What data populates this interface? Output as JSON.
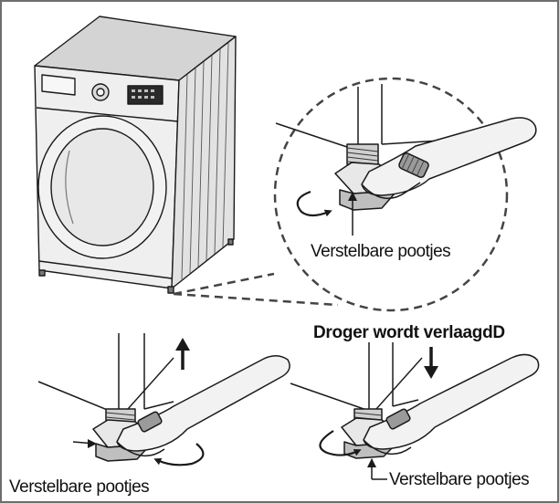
{
  "labels": {
    "top_callout": "Verstelbare pootjes",
    "bottom_left": "Verstelbare pootjes",
    "bottom_right": "Verstelbare pootjes",
    "lower_heading": "Droger wordt verlaagdD"
  },
  "colors": {
    "line": "#1a1a1a",
    "panel_gray": "#d9d9d9",
    "front_gray": "#e6e6e6",
    "dark_gray": "#8c8c8c",
    "frame": "#6e6e6e"
  },
  "icons": [
    "dryer",
    "wrench",
    "adjustable-foot",
    "rotation-arrow",
    "up-arrow",
    "down-arrow"
  ]
}
